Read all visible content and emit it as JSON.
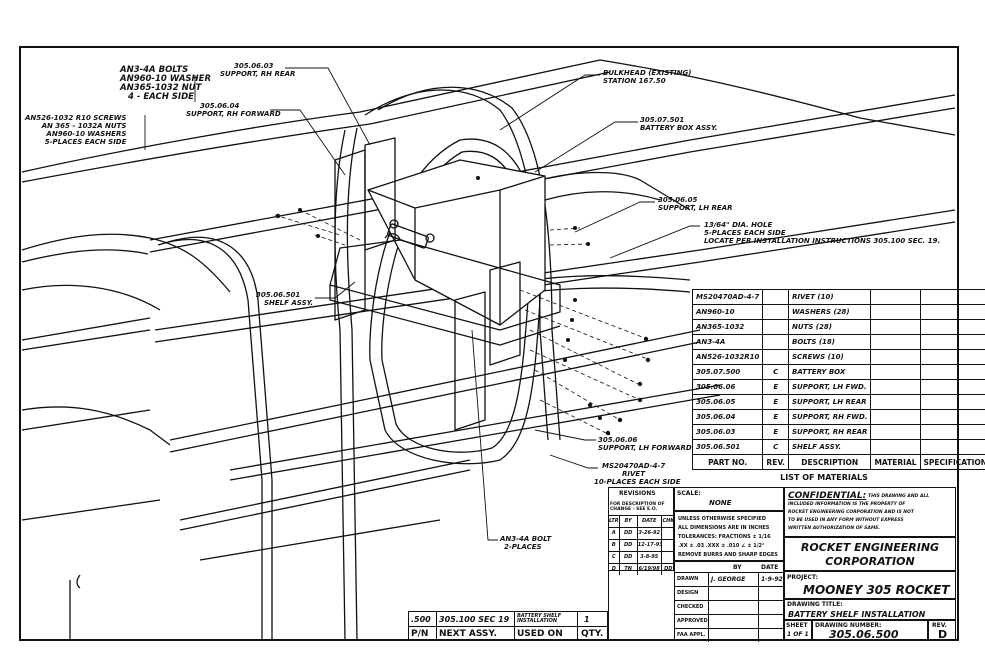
{
  "callouts": {
    "bolts_group": [
      "AN3-4A BOLTS",
      "AN960-10 WASHER",
      "AN365-1032 NUT",
      "4 - EACH SIDE"
    ],
    "screws_group": [
      "AN526-1032 R10 SCREWS",
      "AN 365 - 1032A NUTS",
      "AN960-10 WASHERS",
      "5-PLACES EACH SIDE"
    ],
    "support_rh_rear": [
      "305.06.03",
      "SUPPORT, RH REAR"
    ],
    "support_rh_forward": [
      "305.06.04",
      "SUPPORT, RH FORWARD"
    ],
    "bulkhead": [
      "BULKHEAD (EXISTING)",
      "STATION 167.50"
    ],
    "battery_box": [
      "305.07.501",
      "BATTERY BOX ASSY."
    ],
    "support_lh_rear": [
      "305.06.05",
      "SUPPORT, LH REAR"
    ],
    "hole": [
      "13/64\" DIA. HOLE",
      "5-PLACES EACH SIDE",
      "LOCATE PER INSTALLATION INSTRUCTIONS 305.100 SEC. 19."
    ],
    "shelf_assy": [
      "305.06.501",
      "SHELF ASSY."
    ],
    "support_lh_forward": [
      "305.06.06",
      "SUPPORT, LH FORWARD"
    ],
    "rivet": [
      "MS20470AD-4-7",
      "RIVET",
      "10-PLACES EACH SIDE"
    ],
    "bolt_2": [
      "AN3-4A BOLT",
      "2-PLACES"
    ]
  },
  "bom": {
    "rows": [
      [
        "MS20470AD-4-7",
        "",
        "RIVET (10)",
        "",
        ""
      ],
      [
        "AN960-10",
        "",
        "WASHERS (28)",
        "",
        ""
      ],
      [
        "AN365-1032",
        "",
        "NUTS (28)",
        "",
        ""
      ],
      [
        "AN3-4A",
        "",
        "BOLTS (18)",
        "",
        ""
      ],
      [
        "AN526-1032R10",
        "",
        "SCREWS (10)",
        "",
        ""
      ],
      [
        "305.07.500",
        "C",
        "BATTERY BOX",
        "",
        ""
      ],
      [
        "305.06.06",
        "E",
        "SUPPORT, LH FWD.",
        "",
        ""
      ],
      [
        "305.06.05",
        "E",
        "SUPPORT, LH REAR",
        "",
        ""
      ],
      [
        "305.06.04",
        "E",
        "SUPPORT, RH FWD.",
        "",
        ""
      ],
      [
        "305.06.03",
        "E",
        "SUPPORT, RH REAR",
        "",
        ""
      ],
      [
        "305.06.501",
        "C",
        "SHELF ASSY.",
        "",
        ""
      ]
    ],
    "headers": [
      "PART NO.",
      "REV.",
      "DESCRIPTION",
      "MATERIAL",
      "SPECIFICATION"
    ],
    "title": "LIST OF MATERIALS"
  },
  "revisions": {
    "title": "REVISIONS",
    "subtitle": "FOR DESCRIPTION OF CHANGE - SEE E.O.",
    "headers": [
      "LTR",
      "BY",
      "DATE",
      "CHK"
    ],
    "rows": [
      [
        "A",
        "DD",
        "3-26-92",
        ""
      ],
      [
        "B",
        "DD",
        "12-17-93",
        ""
      ],
      [
        "C",
        "DD",
        "3-8-95",
        ""
      ],
      [
        "D",
        "TN",
        "6/19/98",
        "DD"
      ]
    ]
  },
  "scale": {
    "label": "SCALE:",
    "value": "NONE"
  },
  "tolerances": [
    "UNLESS OTHERWISE SPECIFIED",
    "ALL DIMENSIONS ARE IN INCHES",
    "TOLERANCES: FRACTIONS ± 1/16",
    ".XX ± .03  .XXX ± .010  ∠ ± 1/2°",
    "REMOVE BURRS AND SHARP EDGES"
  ],
  "approvals": {
    "by_label": "BY",
    "date_label": "DATE",
    "rows": [
      {
        "label": "DRAWN",
        "by": "J. GEORGE",
        "date": "1-9-92"
      },
      {
        "label": "DESIGN",
        "by": "",
        "date": ""
      },
      {
        "label": "CHECKED",
        "by": "",
        "date": ""
      },
      {
        "label": "APPROVED",
        "by": "",
        "date": ""
      },
      {
        "label": "FAA APPL.",
        "by": "",
        "date": ""
      }
    ]
  },
  "confidential": {
    "heading": "CONFIDENTIAL:",
    "lines": [
      "THIS DRAWING AND ALL",
      "INCLUDED INFORMATION IS THE PROPERTY OF",
      "ROCKET ENGINEERING CORPORATION AND IS NOT",
      "TO BE USED IN ANY FORM WITHOUT EXPRESS",
      "WRITTEN AUTHORIZATION OF SAME."
    ]
  },
  "company": [
    "ROCKET ENGINEERING",
    "CORPORATION"
  ],
  "project_label": "PROJECT:",
  "project": "MOONEY 305 ROCKET",
  "drawing_title_label": "DRAWING TITLE:",
  "drawing_title": "BATTERY SHELF INSTALLATION",
  "sheet_label": "SHEET",
  "sheet": "1 OF 1",
  "drawing_number_label": "DRAWING NUMBER:",
  "drawing_number": "305.06.500",
  "rev_label": "REV.",
  "rev": "D",
  "next_assy": {
    "row": [
      ".500",
      "305.100 SEC 19",
      "BATTERY SHELF INSTALLATION",
      "1"
    ],
    "headers": [
      "P/N",
      "NEXT ASSY.",
      "USED ON",
      "QTY."
    ]
  }
}
